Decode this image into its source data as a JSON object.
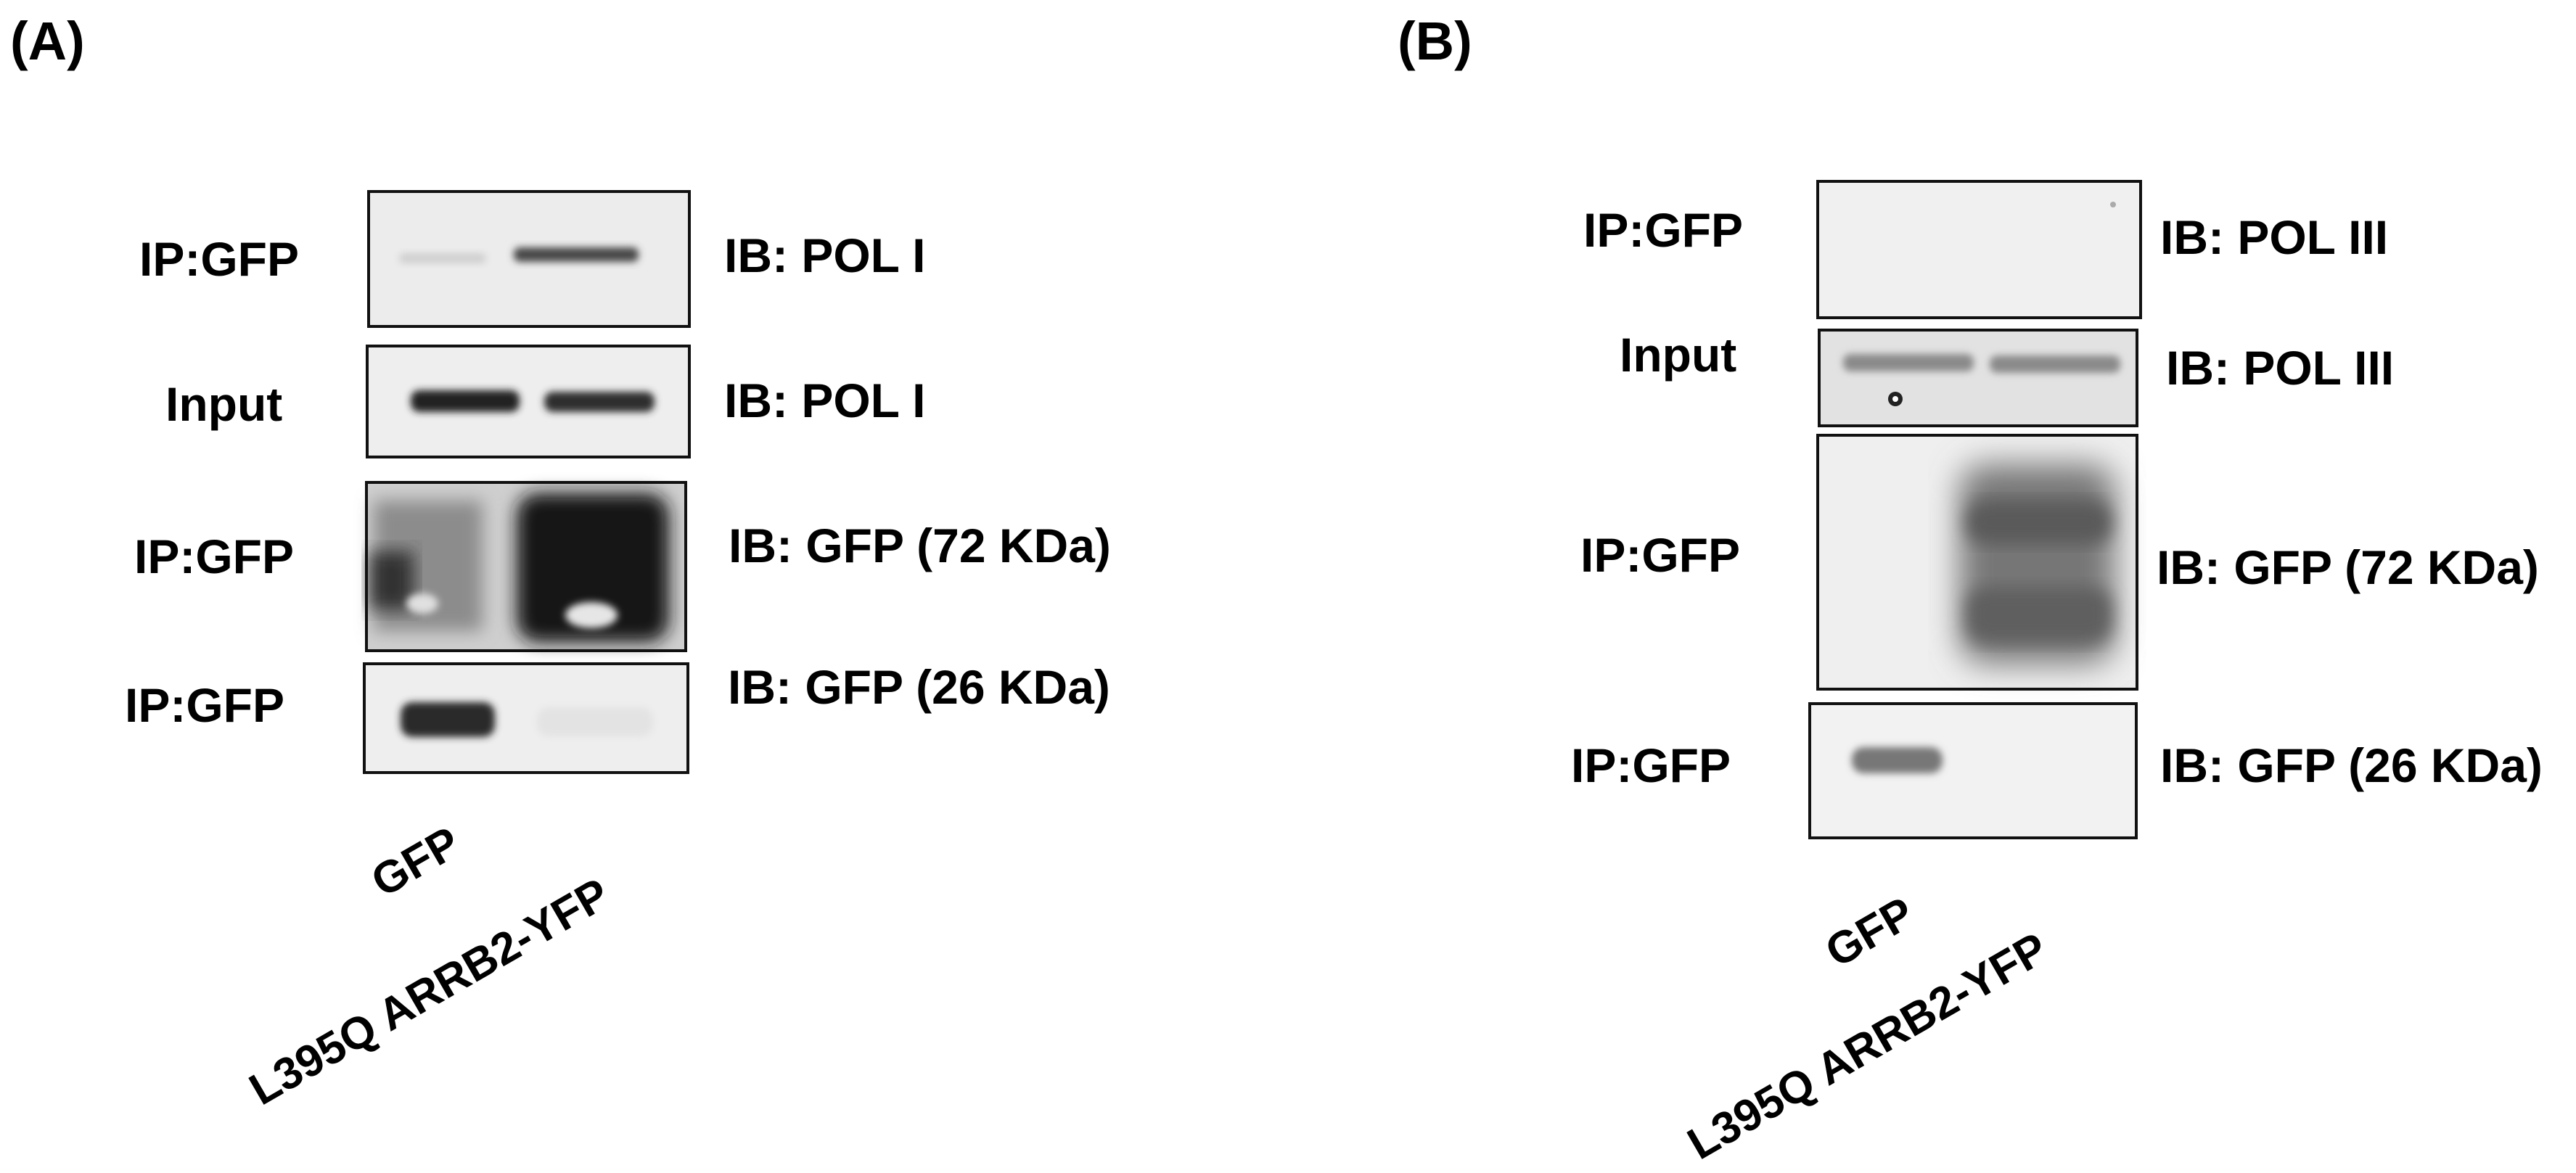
{
  "panels": [
    {
      "letter": "(A)",
      "blots": [
        {
          "row_label": "IP:GFP",
          "blot_label": "IB: POL I"
        },
        {
          "row_label": "Input",
          "blot_label": "IB: POL I"
        },
        {
          "row_label": "IP:GFP",
          "blot_label": "IB: GFP (72 KDa)"
        },
        {
          "row_label": "IP:GFP",
          "blot_label": "IB: GFP (26 KDa)"
        }
      ],
      "lanes": [
        "GFP",
        "L395Q ARRB2-YFP"
      ]
    },
    {
      "letter": "(B)",
      "blots": [
        {
          "row_label": "IP:GFP",
          "blot_label": "IB: POL III"
        },
        {
          "row_label": "Input",
          "blot_label": "IB: POL III"
        },
        {
          "row_label": "IP:GFP",
          "blot_label": "IB: GFP (72 KDa)"
        },
        {
          "row_label": "IP:GFP",
          "blot_label": "IB: GFP (26 KDa)"
        }
      ],
      "lanes": [
        "GFP",
        "L395Q ARRB2-YFP"
      ]
    }
  ]
}
